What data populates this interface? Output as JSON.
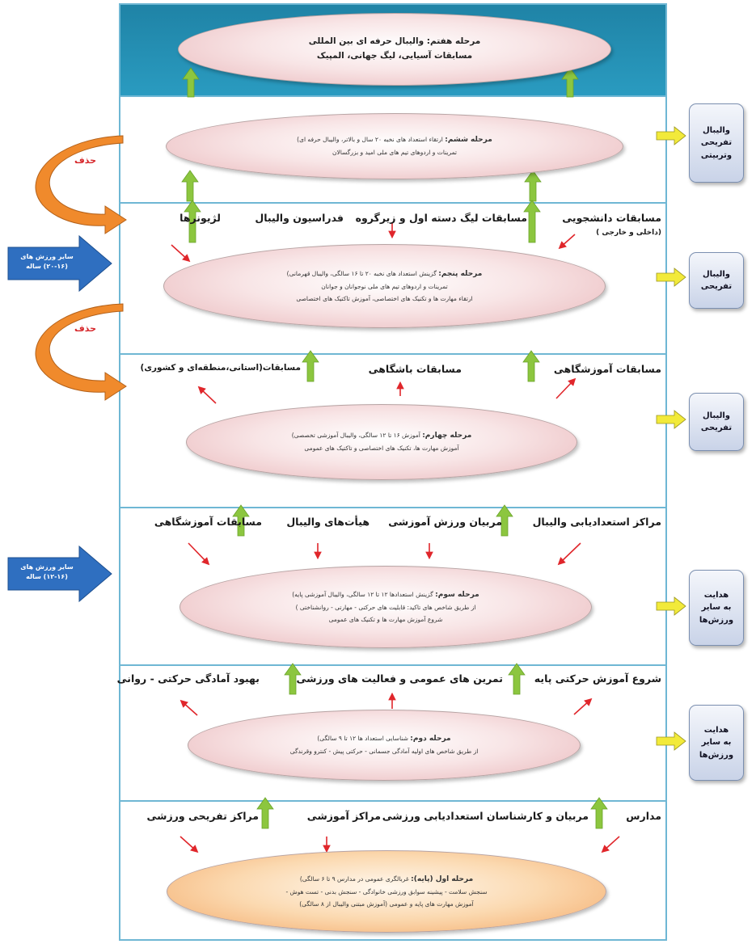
{
  "stages": {
    "s7": {
      "line1": "مرحله هفتم: والیبال حرفه ای بین المللی",
      "line2": "مسابقات آسیایی، لیگ جهانی، المپیک"
    },
    "s6": {
      "title": "مرحله ششم:",
      "line1": "ارتقاء استعداد های نخبه ۲۰ سال و بالاتر، والیبال حرفه ای)",
      "line2": "تمرینات و اردوهای تیم های ملی امید و بزرگسالان"
    },
    "s5": {
      "title": "مرحله پنجم:",
      "line1": "گزینش استعداد های نخبه ۲۰ تا ۱۶ سالگی، والیبال قهرمانی)",
      "line2": "تمرینات و اردوهای تیم های ملی نوجوانان و جوانان",
      "line3": "ارتقاء مهارت ها و تکنیک های اختصاصی، آموزش تاکتیک های اختصاصی"
    },
    "s4": {
      "title": "مرحله چهارم:",
      "line1": "آموزش ۱۶ تا ۱۲ سالگی، والیبال آموزشی تخصصی)",
      "line2": "آموزش مهارت ها، تکنیک های اختصاصی و تاکتیک های عمومی"
    },
    "s3": {
      "title": "مرحله سوم:",
      "line1": "گزینش استعدادها ۱۲ تا ۱۲ سالگی، والیبال آموزشی پایه)",
      "line2": "از طریق شاخص های تاکید: قابلیت های حرکتی - مهارتی - روانشناختی )",
      "line3": "شروع آموزش مهارت ها و تکنیک های عمومی"
    },
    "s2": {
      "title": "مرحله دوم:",
      "line1": "شناسایی استعداد ها ۱۲ تا ۹ سالگی)",
      "line2": "از طریق شاخص های اولیه آمادگی جسمانی - حرکتی پیش - کنترو وقرندگی"
    },
    "s1": {
      "title": "مرحله اول (پایه):",
      "line1": "غربالگری عمومی در مدارس ۹ تا ۶ سالگی)",
      "line2": "سنجش سلامت - پیشینه سوابق ورزشی خانوادگی - سنجش بدنی - تست هوش -",
      "line3": "آموزش مهارت های پایه و عمومی (آموزش مبتنی والیبال از ۸ سالگی)"
    }
  },
  "labels": {
    "row5": {
      "a": "مسابقات دانشجویی",
      "a_sub": "(داخلی و خارجی )",
      "b": "مسابقات لیگ دسته اول و زیرگروه",
      "c": "فدراسیون والیبال",
      "d": "لژیونرها"
    },
    "row4": {
      "a": "مسابقات آموزشگاهی",
      "b": "مسابقات باشگاهی",
      "c": "مسابقات(استانی،منطقه‌ای و کشوری)"
    },
    "row3": {
      "a": "مراکز استعدادیابی والیبال",
      "b": "مربیان ورزش آموزشی",
      "c": "هیأت‌های والیبال",
      "d": "مسابقات آموزشگاهی"
    },
    "row2": {
      "a": "شروع آموزش حرکتی پایه",
      "b": "تمرین های عمومی و فعالیت های ورزشی",
      "c": "بهبود آمادگی حرکتی - روانی"
    },
    "row1": {
      "a": "مدارس",
      "b": "مربیان و کارشناسان استعدادیابی ورزشی",
      "c": "مراکز آموزشی",
      "d": "مراکز تفریحی ورزشی"
    }
  },
  "side_boxes": {
    "b1": {
      "l1": "والیبال",
      "l2": "تفریحی",
      "l3": "وتربیتی"
    },
    "b2": {
      "l1": "والیبال",
      "l2": "تفریحی"
    },
    "b3": {
      "l1": "والیبال",
      "l2": "تفریحی"
    },
    "b4": {
      "l1": "هدایت",
      "l2": "به سایر",
      "l3": "ورزش‌ها"
    },
    "b5": {
      "l1": "هدایت",
      "l2": "به سایر",
      "l3": "ورزش‌ها"
    }
  },
  "left": {
    "delete1": "حذف",
    "delete2": "حذف",
    "blue1": {
      "l1": "سایر ورزش های",
      "l2": "(۲۰-۱۶) ساله"
    },
    "blue2": {
      "l1": "سایر ورزش های",
      "l2": "(۱۲-۱۶) ساله"
    }
  },
  "colors": {
    "frame": "#6fb7d4",
    "top_band": "#1f83a6",
    "green_arrow": "#8cc63f",
    "red_arrow": "#e0262b",
    "orange_arrow": "#f08a2c",
    "blue_arrow": "#2f6fc0",
    "yellow_arrow": "#f2ea3a"
  }
}
